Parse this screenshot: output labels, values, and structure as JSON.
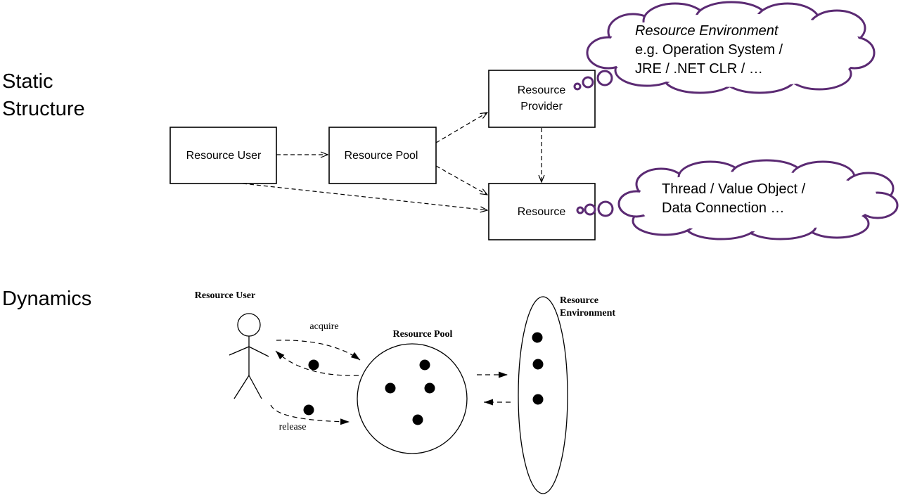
{
  "sections": {
    "static_line1": "Static",
    "static_line2": "Structure",
    "dynamics": "Dynamics"
  },
  "static_structure": {
    "resource_user": "Resource User",
    "resource_pool": "Resource Pool",
    "resource_provider_line1": "Resource",
    "resource_provider_line2": "Provider",
    "resource": "Resource",
    "env_cloud": {
      "title": "Resource Environment",
      "line2": "e.g. Operation System /",
      "line3": "JRE / .NET CLR / …"
    },
    "resource_cloud": {
      "line1": "Thread / Value Object /",
      "line2": "Data Connection …"
    }
  },
  "dynamics": {
    "resource_user": "Resource User",
    "acquire": "acquire",
    "release": "release",
    "resource_pool": "Resource Pool",
    "resource_env_line1": "Resource",
    "resource_env_line2": "Environment"
  },
  "colors": {
    "cloud_outline": "#5b2a73",
    "line": "#000000"
  }
}
